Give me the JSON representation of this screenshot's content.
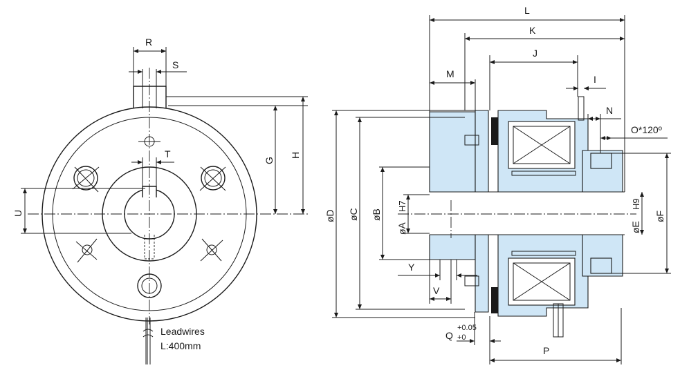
{
  "colors": {
    "part_fill": "#cfe6f6",
    "line": "#1a1a1a",
    "background": "#ffffff",
    "friction_pad": "#1a1a1a"
  },
  "front_view": {
    "dims": {
      "R": "R",
      "S": "S",
      "T": "T",
      "G": "G",
      "H": "H",
      "U": "U"
    },
    "leadwires": {
      "line1": "Leadwires",
      "line2": "L:400mm"
    }
  },
  "side_view": {
    "dims": {
      "L": "L",
      "K": "K",
      "J": "J",
      "M": "M",
      "I": "I",
      "N": "N",
      "O": "O*120º",
      "D": "øD",
      "C": "øC",
      "B": "øB",
      "A": "øA",
      "A_tol": "H7",
      "E": "øE",
      "E_tol": "H9",
      "F": "øF",
      "Y": "Y",
      "V": "V",
      "Q": "Q",
      "Q_tol_upper": "+0.05",
      "Q_tol_lower": "+0",
      "P": "P"
    }
  }
}
